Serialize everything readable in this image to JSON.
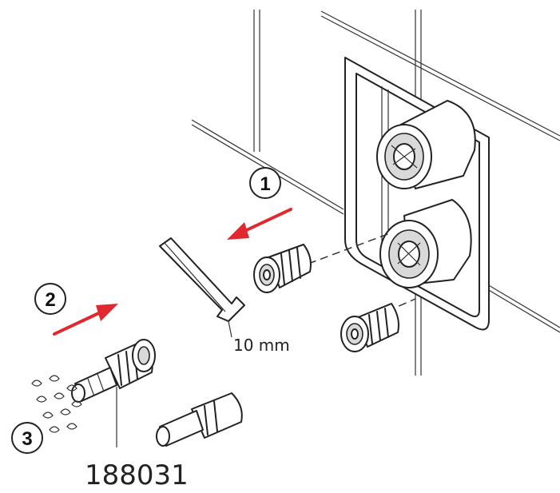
{
  "steps": [
    {
      "number": "1"
    },
    {
      "number": "2"
    },
    {
      "number": "3"
    }
  ],
  "labels": {
    "hex_key_size": "10 mm",
    "part_number": "188031"
  },
  "colors": {
    "arrow": "#e0282e",
    "line": "#222222",
    "background": "#ffffff"
  },
  "arrows": [
    {
      "name": "remove-arrow",
      "direction": "left"
    },
    {
      "name": "insert-arrow",
      "direction": "right"
    }
  ]
}
